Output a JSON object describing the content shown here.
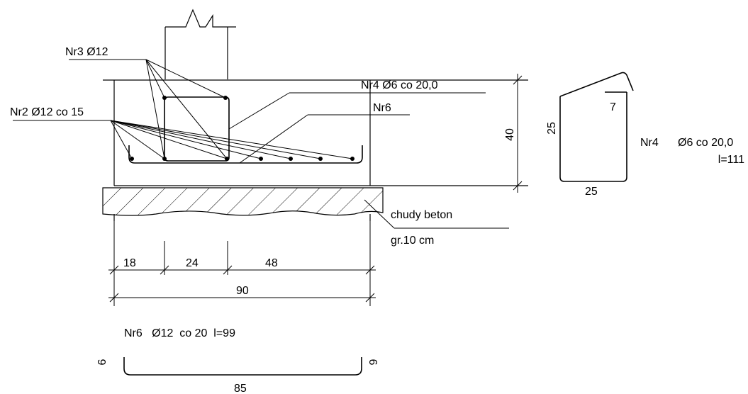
{
  "labels": {
    "nr3": "Nr3 Ø12",
    "nr4_top": "Nr4 Ø6 co 20,0",
    "nr2": "Nr2 Ø12 co 15",
    "nr6_top": "Nr6",
    "chudy_beton": "chudy beton",
    "gr": "gr.10 cm"
  },
  "dimensions": {
    "height": "40",
    "dim_18": "18",
    "dim_24": "24",
    "dim_48": "48",
    "total_width": "90"
  },
  "stirrup_detail": {
    "side": "25",
    "bottom": "25",
    "hook": "7",
    "name": "Nr4",
    "spec": "Ø6 co 20,0",
    "length": "l=111"
  },
  "bar_nr6_detail": {
    "title": "Nr6   Ø12  co 20  l=99",
    "left_leg": "6",
    "right_leg": "6",
    "width": "85"
  }
}
